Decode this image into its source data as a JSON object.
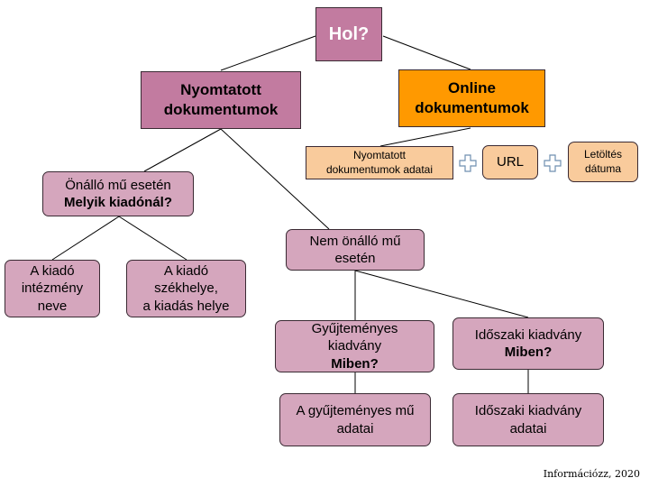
{
  "root": {
    "label": "Hol?"
  },
  "printed": {
    "line1": "Nyomtatott",
    "line2": "dokumentumok"
  },
  "online": {
    "line1": "Online",
    "line2": "dokumentumok"
  },
  "online_items": {
    "data": {
      "line1": "Nyomtatott",
      "line2": "dokumentumok adatai"
    },
    "url": "URL",
    "download": {
      "line1": "Letöltés",
      "line2": "dátuma"
    }
  },
  "standalone": {
    "line1": "Önálló mű esetén",
    "line2": "Melyik kiadónál?",
    "publisher_name": {
      "line1": "A kiadó",
      "line2": "intézmény",
      "line3": "neve"
    },
    "publisher_place": {
      "line1": "A kiadó",
      "line2": "székhelye,",
      "line3": "a kiadás helye"
    }
  },
  "non_standalone": {
    "line1": "Nem önálló mű",
    "line2": "esetén",
    "collection": {
      "line1": "Gyűjteményes",
      "line2": "kiadvány",
      "line3": "Miben?",
      "child": {
        "line1": "A gyűjteményes mű",
        "line2": "adatai"
      }
    },
    "periodical": {
      "line1": "Időszaki kiadvány",
      "line2": "Miben?",
      "child": {
        "line1": "Időszaki kiadvány",
        "line2": "adatai"
      }
    }
  },
  "footer": "Információzz, 2020"
}
